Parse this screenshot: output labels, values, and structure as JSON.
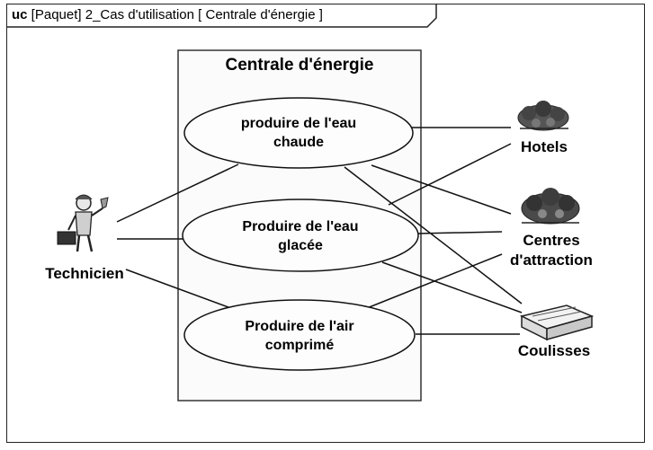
{
  "frame": {
    "keyword": "uc",
    "header_text": " [Paquet] 2_Cas d'utilisation [ Centrale  d'énergie ]"
  },
  "system": {
    "title": "Centrale d'énergie"
  },
  "use_cases": [
    {
      "line1": "produire de l'eau",
      "line2": "chaude"
    },
    {
      "line1": "Produire de l'eau",
      "line2": "glacée"
    },
    {
      "line1": "Produire de l'air",
      "line2": "comprimé"
    }
  ],
  "actors": {
    "technicien": "Technicien",
    "hotels": "Hotels",
    "centres_line1": "Centres",
    "centres_line2": "d'attraction",
    "coulisses": "Coulisses"
  }
}
